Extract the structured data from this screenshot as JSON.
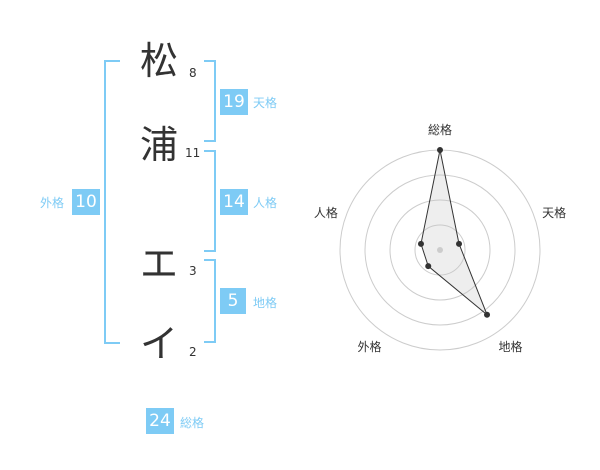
{
  "name": {
    "chars": [
      {
        "char": "松",
        "strokes": "8"
      },
      {
        "char": "浦",
        "strokes": "11"
      },
      {
        "char": "エ",
        "strokes": "3"
      },
      {
        "char": "イ",
        "strokes": "2"
      }
    ]
  },
  "kakusu": {
    "tenkaku": {
      "value": "19",
      "label": "天格"
    },
    "jinkaku": {
      "value": "14",
      "label": "人格"
    },
    "chikaku": {
      "value": "5",
      "label": "地格"
    },
    "gaikaku": {
      "value": "10",
      "label": "外格"
    },
    "soukaku": {
      "value": "24",
      "label": "総格"
    }
  },
  "colors": {
    "accent": "#7ecbf5",
    "text": "#333333",
    "ring": "#cccccc"
  },
  "chart_data": {
    "type": "radar",
    "axes": [
      "総格",
      "天格",
      "地格",
      "外格",
      "人格"
    ],
    "values": [
      5,
      1,
      4,
      1,
      1
    ],
    "max": 5,
    "rings": 4,
    "grid": true
  }
}
